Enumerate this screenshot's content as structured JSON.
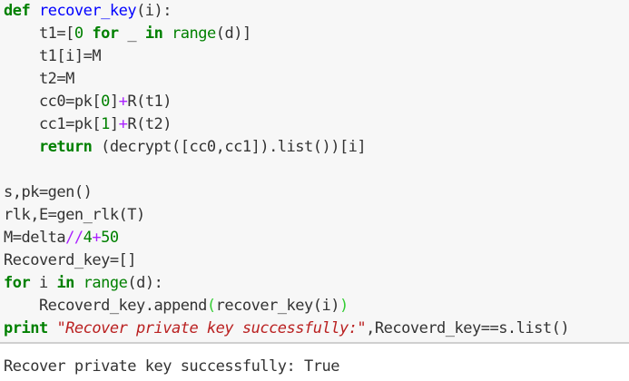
{
  "code": {
    "lines": [
      [
        {
          "t": "def",
          "c": "kw"
        },
        {
          "t": " ",
          "c": "txt"
        },
        {
          "t": "recover_key",
          "c": "fn"
        },
        {
          "t": "(i):",
          "c": "txt"
        }
      ],
      [
        {
          "t": "    t1=[",
          "c": "txt"
        },
        {
          "t": "0",
          "c": "num"
        },
        {
          "t": " ",
          "c": "txt"
        },
        {
          "t": "for",
          "c": "kw"
        },
        {
          "t": " _ ",
          "c": "txt"
        },
        {
          "t": "in",
          "c": "kw"
        },
        {
          "t": " ",
          "c": "txt"
        },
        {
          "t": "range",
          "c": "bi"
        },
        {
          "t": "(d)]",
          "c": "txt"
        }
      ],
      [
        {
          "t": "    t1[i]=M",
          "c": "txt"
        }
      ],
      [
        {
          "t": "    t2=M",
          "c": "txt"
        }
      ],
      [
        {
          "t": "    cc0=pk[",
          "c": "txt"
        },
        {
          "t": "0",
          "c": "num"
        },
        {
          "t": "]",
          "c": "txt"
        },
        {
          "t": "+",
          "c": "op"
        },
        {
          "t": "R(t1)",
          "c": "txt"
        }
      ],
      [
        {
          "t": "    cc1=pk[",
          "c": "txt"
        },
        {
          "t": "1",
          "c": "num"
        },
        {
          "t": "]",
          "c": "txt"
        },
        {
          "t": "+",
          "c": "op"
        },
        {
          "t": "R(t2)",
          "c": "txt"
        }
      ],
      [
        {
          "t": "    ",
          "c": "txt"
        },
        {
          "t": "return",
          "c": "kw"
        },
        {
          "t": " (decrypt([cc0,cc1]).list())[i]",
          "c": "txt"
        }
      ],
      [
        {
          "t": "",
          "c": "txt"
        }
      ],
      [
        {
          "t": "s,pk=gen()",
          "c": "txt"
        }
      ],
      [
        {
          "t": "rlk,E=gen_rlk(T)",
          "c": "txt"
        }
      ],
      [
        {
          "t": "M=delta",
          "c": "txt"
        },
        {
          "t": "//",
          "c": "op"
        },
        {
          "t": "4",
          "c": "num"
        },
        {
          "t": "+",
          "c": "op"
        },
        {
          "t": "50",
          "c": "num"
        }
      ],
      [
        {
          "t": "Recoverd_key=[]",
          "c": "txt"
        }
      ],
      [
        {
          "t": "for",
          "c": "kw"
        },
        {
          "t": " i ",
          "c": "txt"
        },
        {
          "t": "in",
          "c": "kw"
        },
        {
          "t": " ",
          "c": "txt"
        },
        {
          "t": "range",
          "c": "bi"
        },
        {
          "t": "(d):",
          "c": "txt"
        }
      ],
      [
        {
          "t": "    Recoverd_key.append",
          "c": "txt"
        },
        {
          "t": "(",
          "c": "bkt-match"
        },
        {
          "t": "recover_key(i)",
          "c": "txt"
        },
        {
          "t": ")",
          "c": "bkt-match"
        }
      ],
      [
        {
          "t": "print",
          "c": "kw"
        },
        {
          "t": " ",
          "c": "txt"
        },
        {
          "t": "\"Recover private key successfully:\"",
          "c": "str"
        },
        {
          "t": ",Recoverd_key==s.list()",
          "c": "txt"
        }
      ]
    ]
  },
  "output": {
    "text": "Recover private key successfully: True"
  }
}
